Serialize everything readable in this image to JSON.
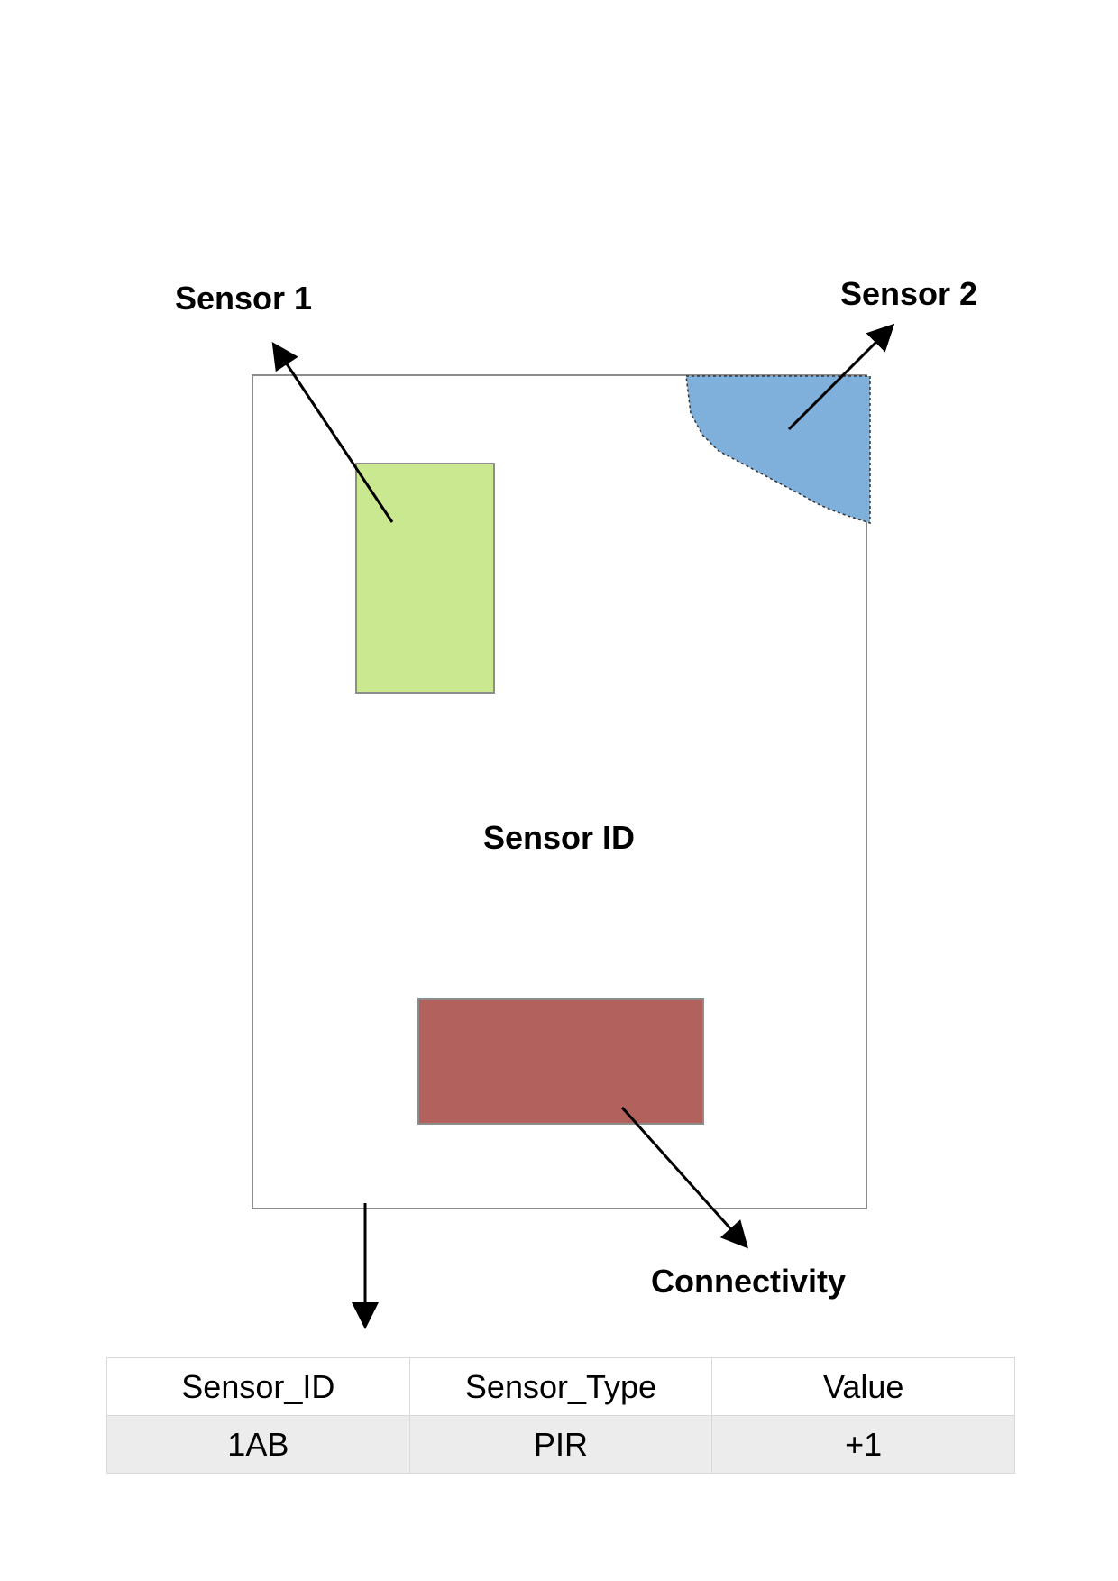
{
  "labels": {
    "sensor1": "Sensor 1",
    "sensor2": "Sensor 2",
    "sensor_id": "Sensor ID",
    "connectivity": "Connectivity"
  },
  "colors": {
    "sensor1_fill": "#c9e88f",
    "sensor2_fill": "#7fb0db",
    "connectivity_fill": "#b2615d",
    "outline": "#8c8c8c",
    "table_header_bg": "#ffffff",
    "table_row_bg": "#ececec"
  },
  "table": {
    "headers": [
      "Sensor_ID",
      "Sensor_Type",
      "Value"
    ],
    "rows": [
      [
        "1AB",
        "PIR",
        "+1"
      ]
    ]
  }
}
